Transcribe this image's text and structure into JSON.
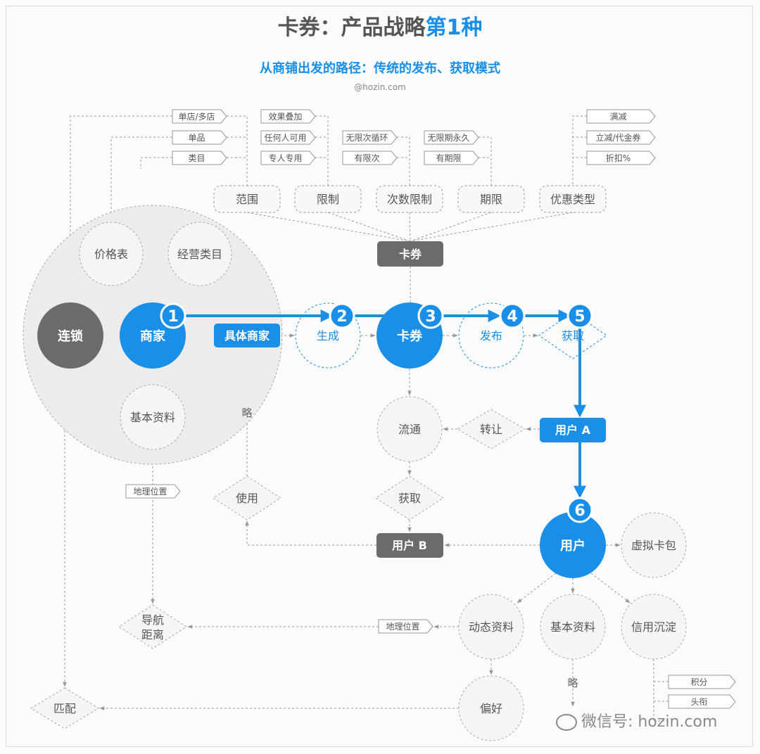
{
  "header": {
    "title_main": "卡券：产品战略",
    "title_highlight": "第1种",
    "subtitle": "从商铺出发的路径：传统的发布、获取模式",
    "credit": "@hozin.com"
  },
  "watermark": {
    "text": "微信号: hozin.com"
  },
  "colors": {
    "blue": "#1a8fe8",
    "dark": "#6b6b6b",
    "circle_fill": "#f1f1f1",
    "line": "#9a9a9a"
  },
  "diagram": {
    "big_circle": {
      "chain": "连锁",
      "merchant": "商家",
      "price_list": "价格表",
      "business_category": "经营类目",
      "basic_info": "基本资料"
    },
    "specific_merchant": "具体商家",
    "generate": "生成",
    "coupon_center": "卡券",
    "coupon_top": "卡券",
    "publish": "发布",
    "acquire_top": "获取",
    "circulate": "流通",
    "transfer": "转让",
    "user_a": "用户 A",
    "acquire_mid": "获取",
    "use": "使用",
    "user_b": "用户 B",
    "user": "用户",
    "virtual_wallet": "虚拟卡包",
    "dynamic_info": "动态资料",
    "user_basic_info": "基本资料",
    "credit_deposit": "信用沉淀",
    "preference": "偏好",
    "navigate_l1": "导航",
    "navigate_l2": "距离",
    "match": "匹配",
    "geo_left": "地理位置",
    "geo_right": "地理位置",
    "omit_left": "略",
    "omit_bottom": "略",
    "attributes": [
      "范围",
      "限制",
      "次数限制",
      "期限",
      "优惠类型"
    ],
    "scope_tags": [
      "单店/多店",
      "单品",
      "类目"
    ],
    "limit_tags": [
      "效果叠加",
      "任何人可用",
      "专人专用"
    ],
    "count_tags": [
      "无限次循环",
      "有限次"
    ],
    "period_tags": [
      "无限期永久",
      "有期限"
    ],
    "discount_tags": [
      "满减",
      "立减/代金券",
      "折扣%"
    ],
    "credit_tags": [
      "积分",
      "头衔"
    ],
    "steps": [
      "1",
      "2",
      "3",
      "4",
      "5",
      "6"
    ]
  }
}
